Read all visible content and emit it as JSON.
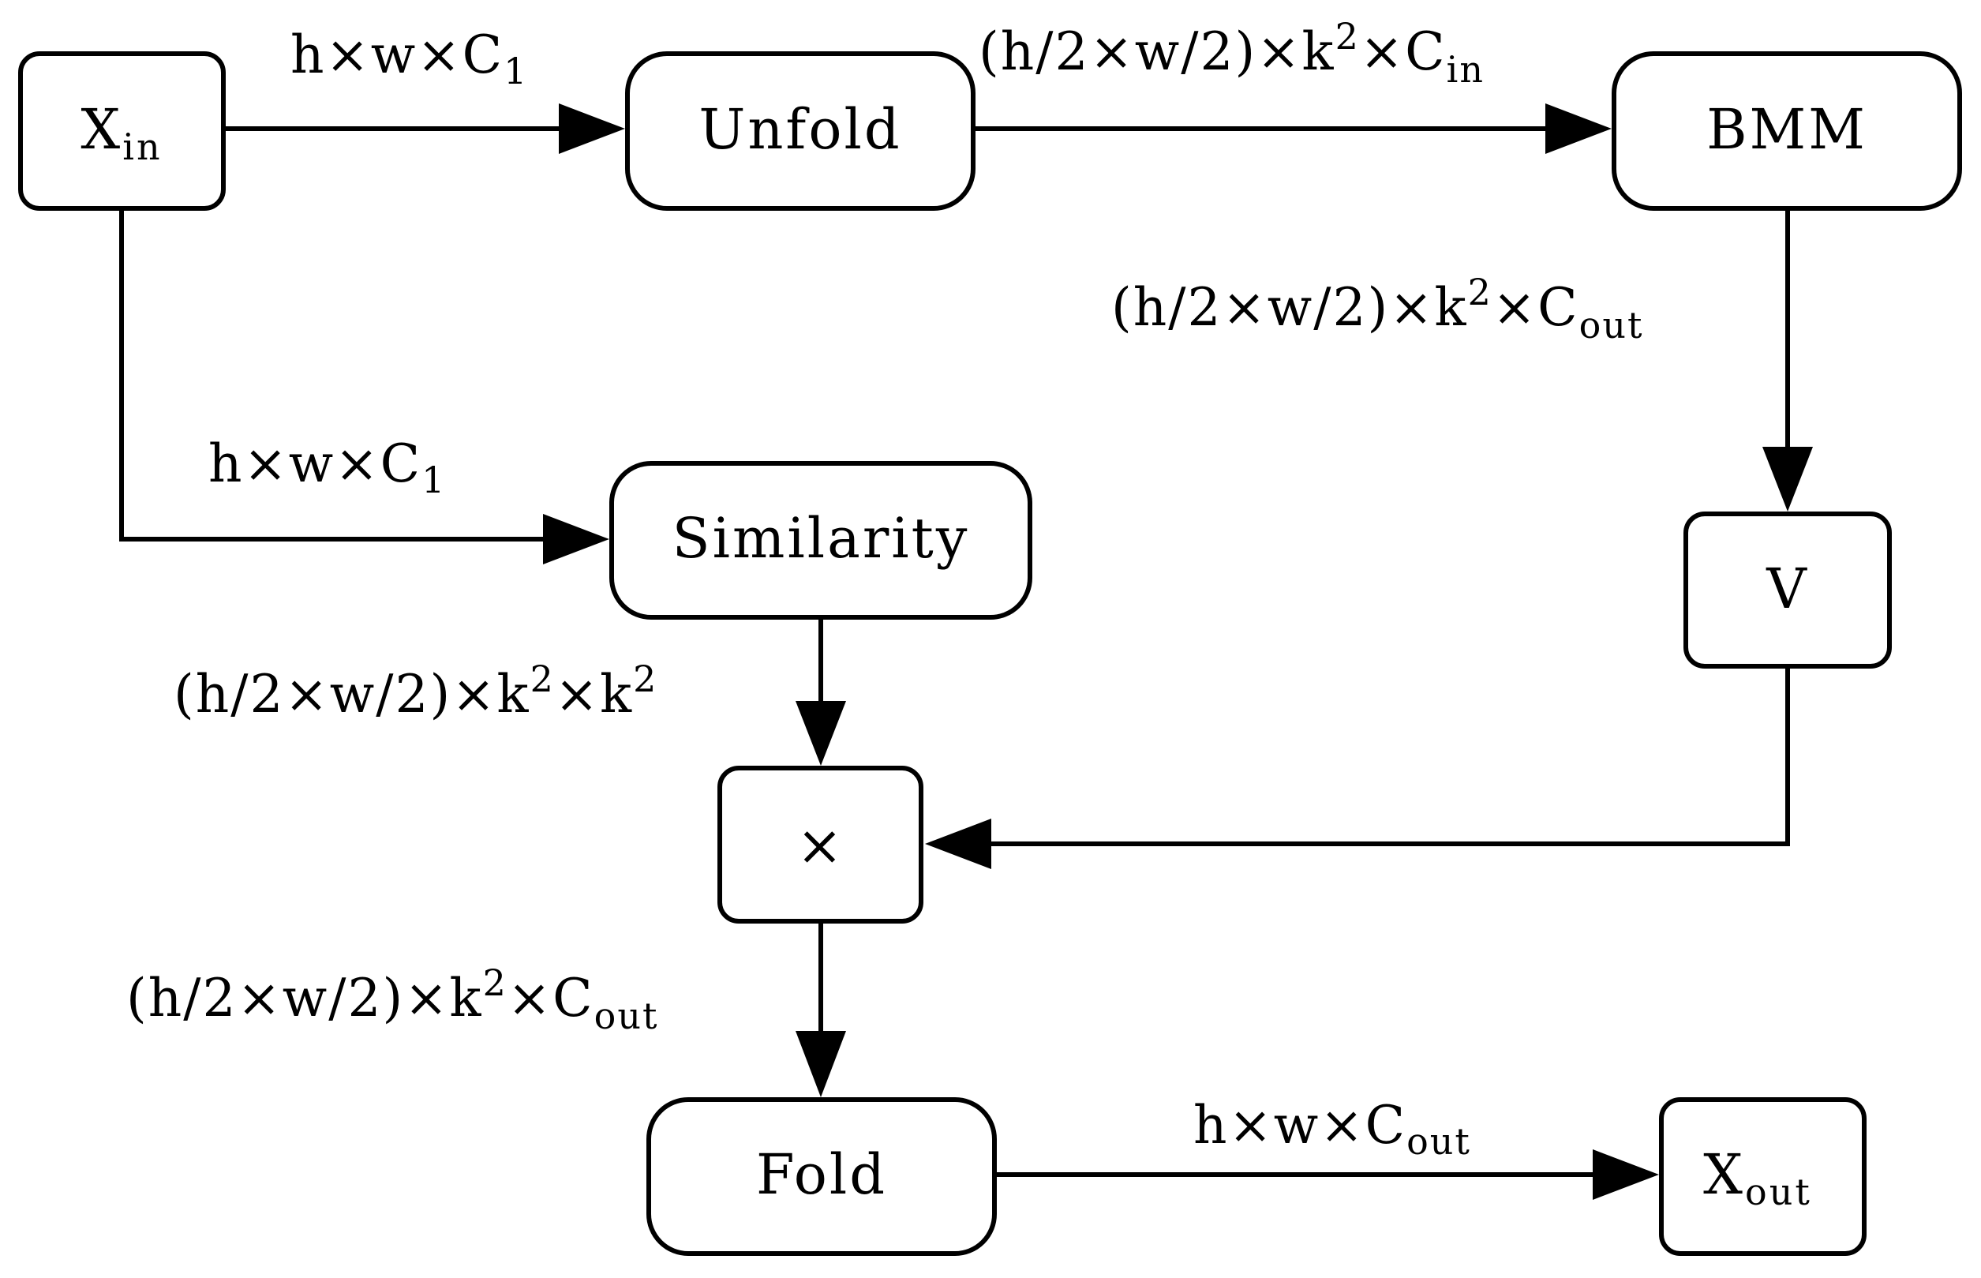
{
  "nodes": {
    "x_in": {
      "main": "X",
      "sub": "in"
    },
    "unfold": {
      "label": "Unfold"
    },
    "bmm": {
      "label": "BMM"
    },
    "similarity": {
      "label": "Similarity"
    },
    "v": {
      "label": "V"
    },
    "multiply": {
      "label": "×"
    },
    "fold": {
      "label": "Fold"
    },
    "x_out": {
      "main": "X",
      "sub": "out"
    }
  },
  "edges": {
    "xin_to_unfold": {
      "text": "h×w×C",
      "sub": "1"
    },
    "unfold_to_bmm": {
      "text_a": "(h/2×w/2)×k",
      "sup": "2",
      "text_b": "×C",
      "sub": "in"
    },
    "bmm_to_v": {
      "text_a": "(h/2×w/2)×k",
      "sup": "2",
      "text_b": "×C",
      "sub": "out"
    },
    "xin_to_similarity": {
      "text": "h×w×C",
      "sub": "1"
    },
    "similarity_to_multiply": {
      "text_a": "(h/2×w/2)×k",
      "sup1": "2",
      "text_b": "×k",
      "sup2": "2"
    },
    "multiply_to_fold": {
      "text_a": "(h/2×w/2)×k",
      "sup": "2",
      "text_b": "×C",
      "sub": "out"
    },
    "fold_to_xout": {
      "text": "h×w×C",
      "sub": "out"
    }
  },
  "colors": {
    "stroke": "#000000",
    "background": "#ffffff"
  }
}
